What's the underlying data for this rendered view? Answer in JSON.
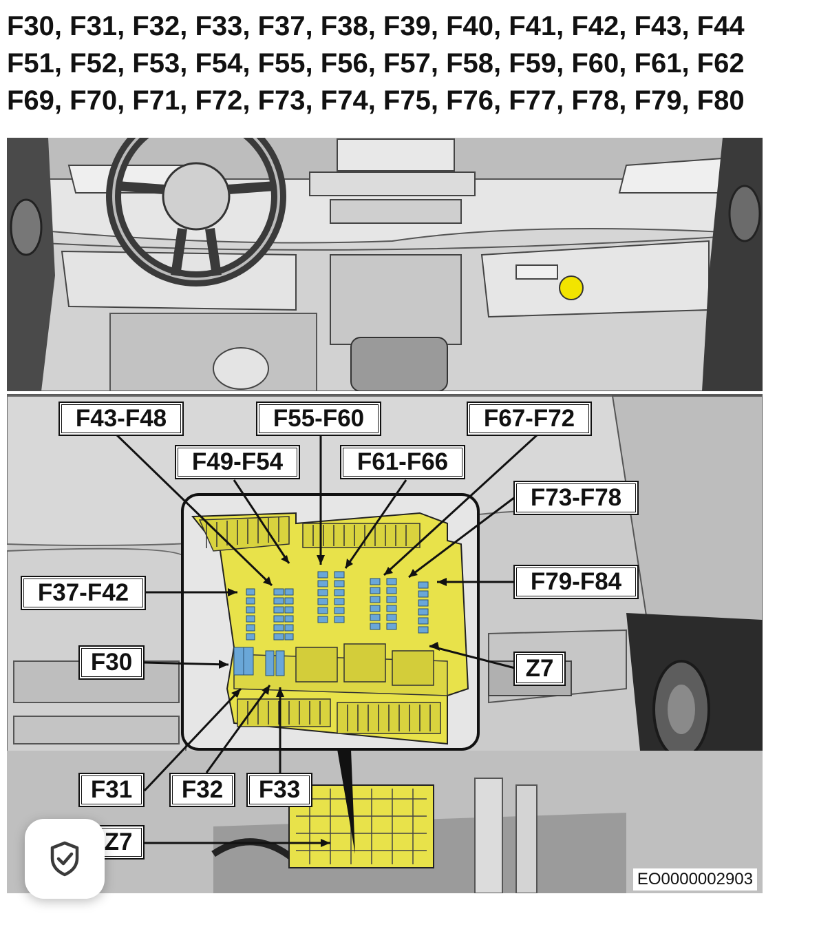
{
  "heading": {
    "line1": "F30, F31, F32, F33, F37, F38, F39, F40, F41, F42, F43, F44",
    "line2": "F51, F52, F53, F54, F55, F56, F57, F58, F59, F60, F61, F62",
    "line3": "F69, F70, F71, F72, F73, F74, F75, F76, F77, F78, F79, F80"
  },
  "callouts": {
    "f43_f48": "F43-F48",
    "f55_f60": "F55-F60",
    "f67_f72": "F67-F72",
    "f49_f54": "F49-F54",
    "f61_f66": "F61-F66",
    "f73_f78": "F73-F78",
    "f37_f42": "F37-F42",
    "f79_f84": "F79-F84",
    "f30": "F30",
    "z7_right": "Z7",
    "f31": "F31",
    "f32": "F32",
    "f33": "F33",
    "z7_bottom": "Z7"
  },
  "figure_code": "EO0000002903",
  "colors": {
    "fuse_box": "#e8e24a",
    "fuse": "#6aa7d8",
    "locator_dot": "#f2e400",
    "background_gray": "#cfcfcf"
  },
  "icons": {
    "security_button": "shield-check-icon"
  }
}
